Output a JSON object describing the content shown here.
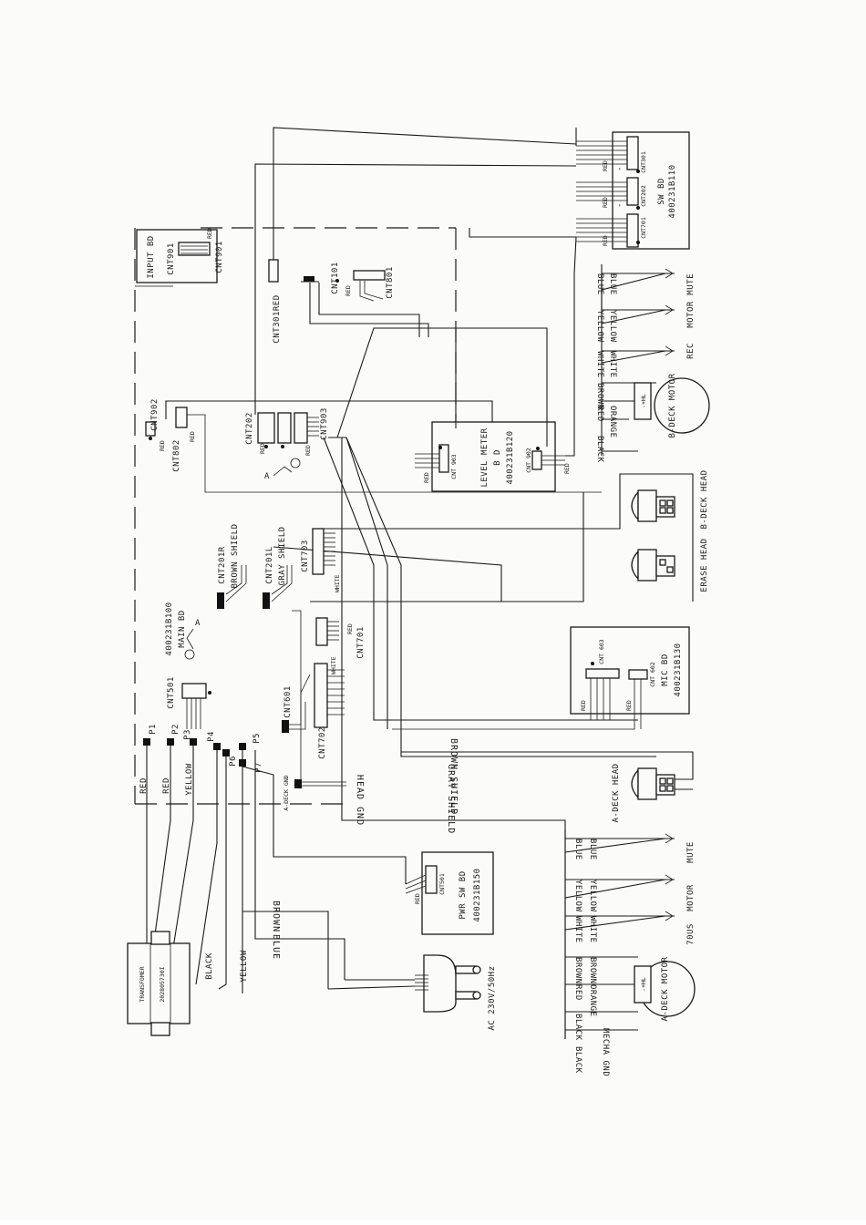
{
  "boards": {
    "input_bd": "INPUT BD",
    "cnt901_small": "CNT901",
    "cnt901": "CNT901",
    "sw_bd": "SW BD",
    "sw_bd_part": "400231B110",
    "cnt301": "CNT301",
    "cnt202": "CNT202",
    "cnt701": "CNT701",
    "main_bd": "MAIN BD",
    "main_bd_part": "400231B100",
    "level_meter": "LEVEL METER",
    "level_meter_bd": "B D",
    "level_meter_part": "400231B120",
    "mic_bd": "MIC BD",
    "mic_bd_part": "400231B130",
    "pwr_sw_bd": "PWR SW BD",
    "pwr_sw_bd_part": "400231B150",
    "transformer": "TRANSFOMER",
    "transformer_part": "202805730I"
  },
  "connectors": {
    "cnt301red": "CNT301RED",
    "cnt101": "CNT101",
    "cnt801": "CNT801",
    "cnt902": "CNT902",
    "cnt802": "CNT802",
    "cnt202": "CNT202",
    "cnt903": "CNT903",
    "cnt201r": "CNT201R",
    "brown_shield": "BROWN SHIELD",
    "cnt201l": "CNT201L",
    "gray_shield": "GRAY SHIELD",
    "cnt703": "CNT703",
    "cnt501": "CNT501",
    "cnt701": "CNT701",
    "cnt601": "CNT601",
    "cnt702": "CNT702",
    "lm_cnt903": "CNT 903",
    "lm_cnt902": "CNT 902",
    "mic_cnt603": "CNT 603",
    "mic_cnt602": "CNT 602",
    "pwr_cnt501": "CNT501",
    "a_deck_gnd": "A-DECK GND"
  },
  "wire_colors": {
    "red": "RED",
    "white": "WHITE",
    "yellow": "YELLOW",
    "black": "BLACK",
    "brown": "BROWN",
    "blue": "BLUE",
    "orange": "ORANGE",
    "dash": "-",
    "plus_hl": "-+HL"
  },
  "transformer_taps": {
    "p1": "P1",
    "p2": "P2",
    "p3": "P3",
    "p4": "P4",
    "p5": "P5",
    "p6": "P6",
    "p7": "P7",
    "red1": "RED",
    "red2": "RED",
    "yellow1": "YELLOW",
    "black": "BLACK",
    "yellow2": "YELLOW",
    "brown": "BROWN",
    "blue": "BLUE"
  },
  "labels": {
    "brown_shield_run": "BROWN SHIELD",
    "gray_shield_run": "GRAY SHIELD",
    "head_gnd": "HEAD GND",
    "mech_gnd": "MECHA GND",
    "marker_a": "A",
    "ac_power": "AC 230V/50Hz"
  },
  "right_column": {
    "b_mute": "MUTE",
    "b_motor": "MOTOR",
    "b_rec": "REC",
    "b_deck_motor": "B-DECK MOTOR",
    "b_deck_head": "B-DECK HEAD",
    "erase_head": "ERASE HEAD",
    "a_deck_head": "A-DECK HEAD",
    "a_mute": "MUTE",
    "a_motor": "MOTOR",
    "a_70us": "70US",
    "a_deck_motor": "A-DECK MOTOR"
  }
}
